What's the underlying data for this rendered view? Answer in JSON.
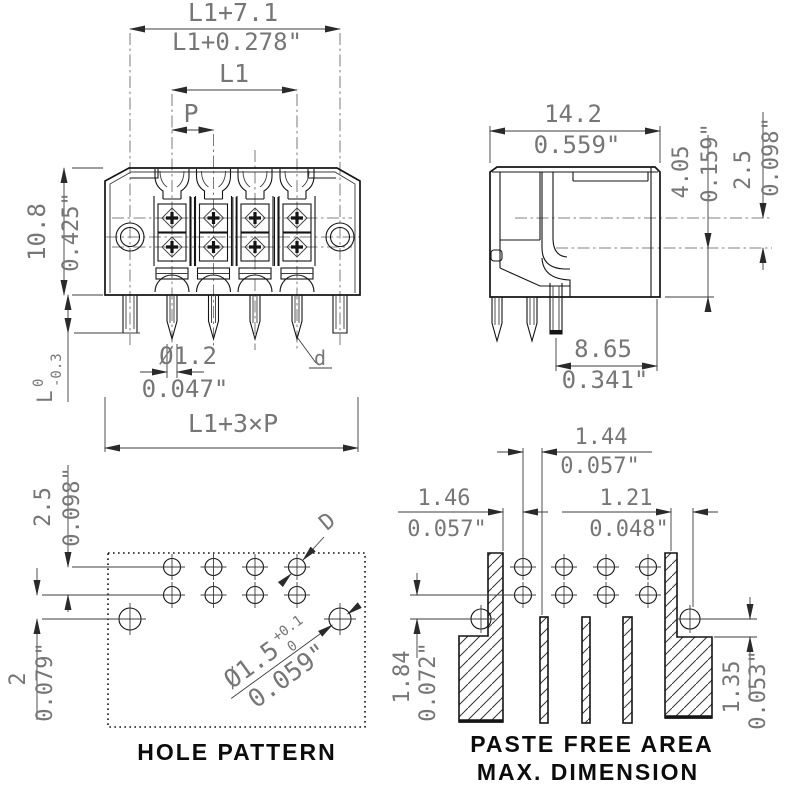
{
  "drawing": {
    "front": {
      "dim_span_mm": "L1+7.1",
      "dim_span_inch": "L1+0.278\"",
      "dim_l1": "L1",
      "dim_pitch": "P",
      "dim_height_mm": "10.8",
      "dim_height_inch": "0.425\"",
      "dim_pin_len_label": "L",
      "dim_pin_len_tol_up": "0",
      "dim_pin_len_tol_low": "-0.3",
      "dim_pin_dia_mm": "Ø1.2",
      "dim_pin_dia_inch": "0.047\"",
      "label_d": "d",
      "dim_total": "L1+3×P"
    },
    "side": {
      "dim_depth_mm": "14.2",
      "dim_depth_inch": "0.559\"",
      "dim_h1_mm": "4.05",
      "dim_h1_inch": "0.159\"",
      "dim_h2_mm": "2.5",
      "dim_h2_inch": "0.098\"",
      "dim_pin_mm": "8.65",
      "dim_pin_inch": "0.341\""
    },
    "hole_pattern": {
      "title": "HOLE PATTERN",
      "dim_rows_mm": "2.5",
      "dim_rows_inch": "0.098\"",
      "dim_big_mm": "2",
      "dim_big_inch": "0.079\"",
      "label_d": "D",
      "dim_dia_mm": "Ø1.5",
      "dim_dia_tol_up": "+0.1",
      "dim_dia_tol_low": "0",
      "dim_dia_inch": "0.059\""
    },
    "paste": {
      "title_line1": "PASTE FREE AREA",
      "title_line2": "MAX. DIMENSION",
      "dim1_mm": "1.44",
      "dim1_inch": "0.057\"",
      "dim2_mm": "1.46",
      "dim2_inch": "0.057\"",
      "dim3_mm": "1.21",
      "dim3_inch": "0.048\"",
      "dim4_mm": "1.84",
      "dim4_inch": "0.072\"",
      "dim5_mm": "1.35",
      "dim5_inch": "0.053\""
    }
  },
  "colors": {
    "line": "#141414",
    "dim_text": "#767676",
    "title_text": "#0c0c0c",
    "background": "#ffffff"
  }
}
